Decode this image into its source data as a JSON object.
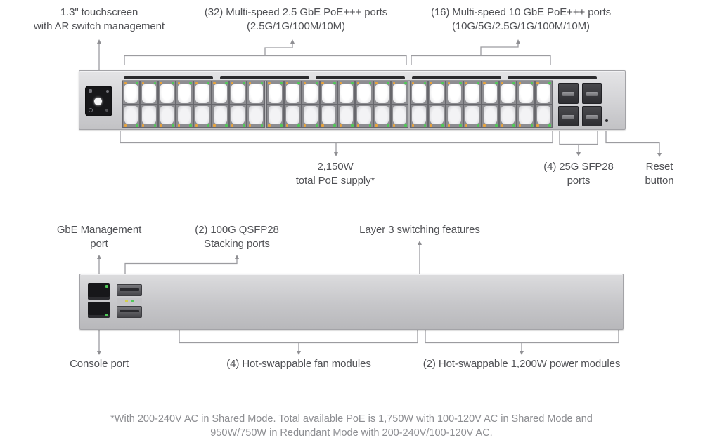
{
  "front": {
    "callouts": {
      "touchscreen": {
        "l1": "1.3\" touchscreen",
        "l2": "with AR switch management"
      },
      "multigig25": {
        "l1": "(32) Multi-speed 2.5 GbE PoE+++ ports",
        "l2": "(2.5G/1G/100M/10M)"
      },
      "multigig10": {
        "l1": "(16) Multi-speed 10 GbE PoE+++ ports",
        "l2": "(10G/5G/2.5G/1G/100M/10M)"
      },
      "poe_budget": {
        "l1": "2,150W",
        "l2": "total PoE supply*"
      },
      "sfp28": {
        "l1": "(4) 25G SFP28",
        "l2": "ports"
      },
      "reset": {
        "l1": "Reset",
        "l2": "button"
      }
    },
    "hardware": {
      "port_banks": 3,
      "cols_per_bank": 8,
      "rows": 2,
      "sfp_columns": 2,
      "sfp_rows": 2,
      "vent_slots": 5
    }
  },
  "rear": {
    "callouts": {
      "mgmt": {
        "l1": "GbE Management",
        "l2": "port"
      },
      "qsfp": {
        "l1": "(2) 100G QSFP28",
        "l2": "Stacking ports"
      },
      "layer3": {
        "l1": "Layer 3 switching features"
      },
      "console": {
        "l1": "Console port"
      },
      "fans": {
        "l1": "(4) Hot-swappable fan modules"
      },
      "psu": {
        "l1": "(2) Hot-swappable 1,200W power modules"
      }
    },
    "hardware": {
      "mgmt_ports": 2,
      "qsfp_ports": 2,
      "fan_modules": 4,
      "psu_modules": 2
    }
  },
  "footnote": {
    "line1": "*With 200-240V AC in Shared Mode. Total available PoE is 1,750W with 100-120V AC in Shared Mode and",
    "line2": "950W/750W in Redundant Mode with 200-240V/100-120V AC."
  },
  "colors": {
    "label_text": "#505155",
    "footnote_text": "#8d8e92",
    "leader_line": "#9c9ca0",
    "led_orange": "#e8a33c",
    "led_green": "#4fc857",
    "led_yellow": "#d4cf4a",
    "psu_led_green": "#35c759"
  }
}
